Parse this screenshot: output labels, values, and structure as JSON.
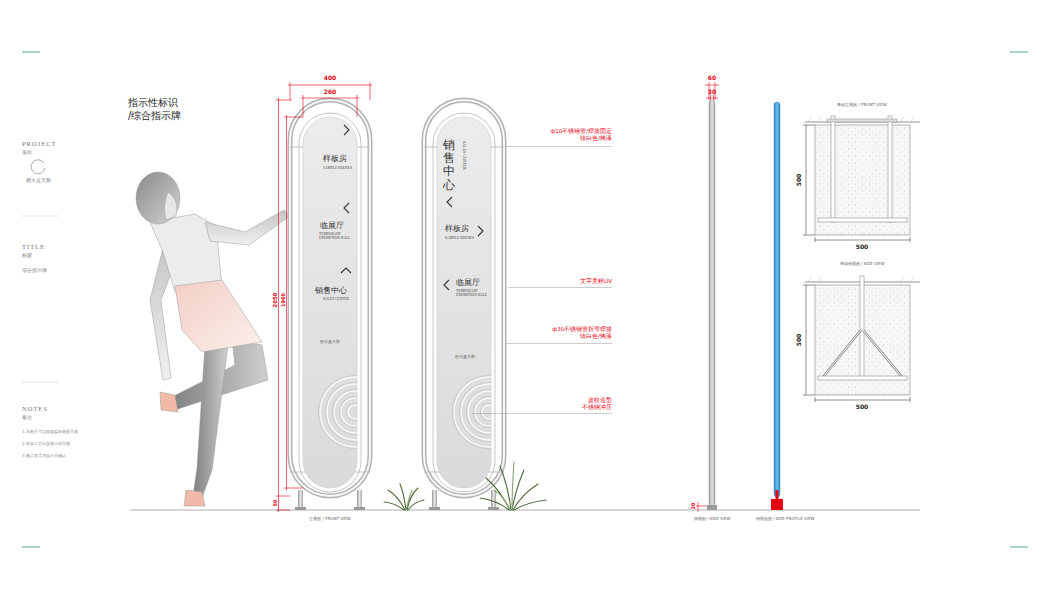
{
  "diagram": {
    "title": "指示性标识 /综合指示牌",
    "nodes": [
      {
        "text": [
          "样板房",
          "SAMPLE HOUSES",
          "临展厅",
          "TEMPORARY EXHIBITION HALL",
          "销售中心",
          "SALES CENTER",
          "碧水蓝天郡"
        ]
      },
      {
        "text": [
          "销售中心",
          "SALES CENTER",
          "样板房",
          "SAMPLE HOUSES",
          "临展厅",
          "TEMPORARY EXHIBITION HALL",
          "碧水蓝天郡"
        ]
      }
    ],
    "labels": [
      "PROJECT",
      "项目",
      "碧水蓝天郡",
      "TITLE",
      "标题",
      "综合指示牌",
      "NOTES",
      "备注",
      "1.本图尺寸以现场实际测量为准",
      "2.材质工艺以实物小样为准",
      "3.施工前需与设计方确认",
      "400",
      "260",
      "2050",
      "1960",
      "50",
      "ф10不锈钢管/焊接固定 钛白色/烤漆",
      "文字美精UV",
      "ф30不锈钢管折弯焊接 钛白色/烤漆",
      "波纹造型 不锈钢冲压",
      "60",
      "30",
      "20",
      "正视图 / FRONT VIEW",
      "侧视图 / SIDE VIEW",
      "侧视面图 / SIDE PROFILE VIEW",
      "基础正视图 / FRONT VIEW",
      "500",
      "500",
      "基础侧视图 / SIDE VIEW",
      "500",
      "500"
    ]
  }
}
